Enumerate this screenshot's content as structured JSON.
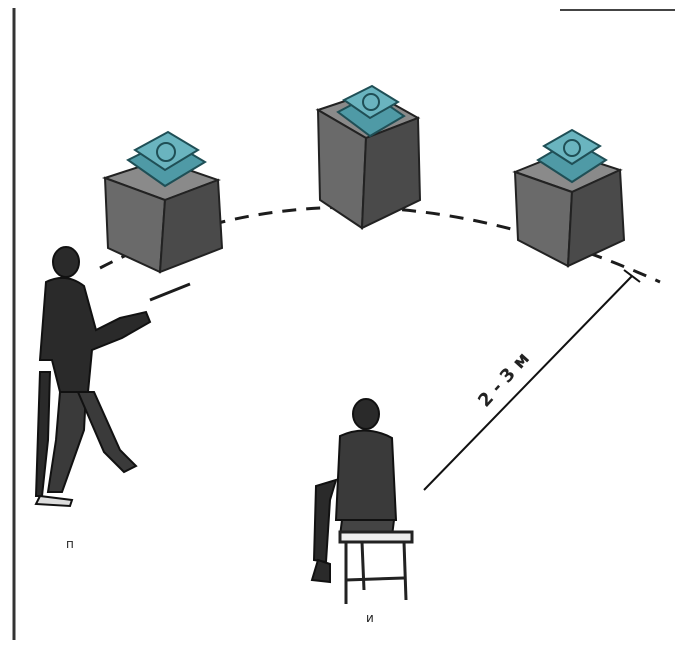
{
  "distance_label": "2 - 3 м",
  "figure_labels": {
    "walker": "п",
    "seated": "и"
  },
  "colors": {
    "ink": "#1c1c1c",
    "box_side": "#5a5a5a",
    "box_top": "#8a8a8a",
    "phone": "#4f9aa6",
    "phone_dark": "#2f6f78"
  },
  "icons": [
    "telephone-icon",
    "telephone-icon",
    "telephone-icon"
  ]
}
